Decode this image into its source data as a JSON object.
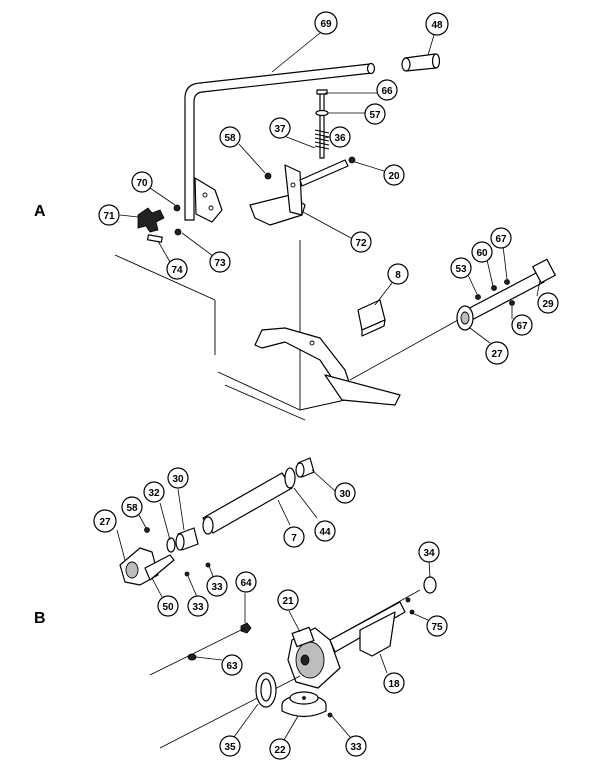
{
  "sections": [
    {
      "id": "A",
      "label": "A"
    },
    {
      "id": "B",
      "label": "B"
    }
  ],
  "callouts": {
    "c69": "69",
    "c48": "48",
    "c66": "66",
    "c57": "57",
    "c37": "37",
    "c36": "36",
    "c58a": "58",
    "c20": "20",
    "c70": "70",
    "c71": "71",
    "c73": "73",
    "c74": "74",
    "c72": "72",
    "c8": "8",
    "c53": "53",
    "c60": "60",
    "c67a": "67",
    "c29": "29",
    "c67b": "67",
    "c27a": "27",
    "c30a": "30",
    "c30b": "30",
    "c32": "32",
    "c58b": "58",
    "c27b": "27",
    "c44": "44",
    "c7": "7",
    "c33a": "33",
    "c33b": "33",
    "c50": "50",
    "c64": "64",
    "c34": "34",
    "c21": "21",
    "c75": "75",
    "c63": "63",
    "c18": "18",
    "c35": "35",
    "c22": "22",
    "c33c": "33"
  },
  "colors": {
    "line": "#000000",
    "background": "#ffffff",
    "shade": "#bdbdbd"
  }
}
